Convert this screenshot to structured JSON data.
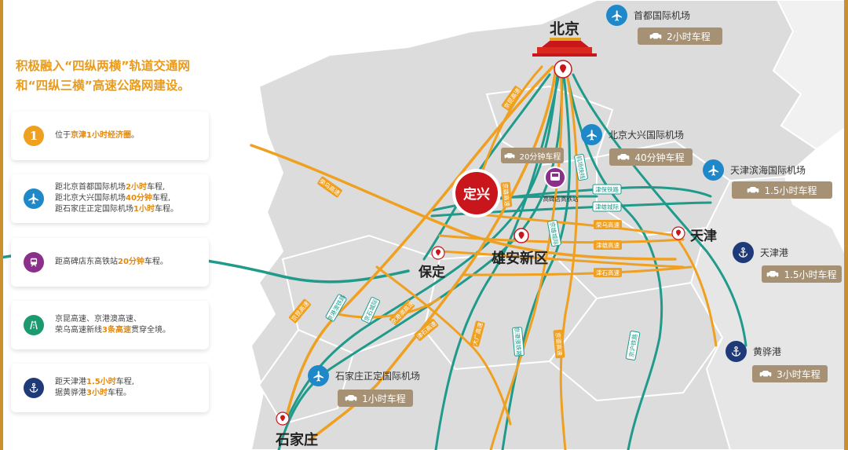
{
  "headline": {
    "line1": "积极融入“四纵两横”轨道交通网",
    "line2": "和“四纵三横”高速公路网建设。"
  },
  "cards": [
    {
      "icon": "number-one-icon",
      "parts": [
        "位于",
        "京津1小时经济圈",
        "。"
      ]
    },
    {
      "icon": "airplane-icon",
      "lines": [
        [
          "距北京首都国际机场",
          "2小时",
          "车程,"
        ],
        [
          "距北京大兴国际机场",
          "40分钟",
          "车程,"
        ],
        [
          "距石家庄正定国际机场",
          "1小时",
          "车程。"
        ]
      ]
    },
    {
      "icon": "train-icon",
      "parts": [
        "距高碑店东高铁站",
        "20分钟",
        "车程。"
      ]
    },
    {
      "icon": "highway-icon",
      "lines": [
        [
          "京昆高速、京港澳高速、",
          "",
          ""
        ],
        [
          "荣乌高速新线",
          "3条高速",
          "贯穿全境。"
        ]
      ]
    },
    {
      "icon": "anchor-icon",
      "lines": [
        [
          "距天津港",
          "1.5小时",
          "车程,"
        ],
        [
          "据黄骅港",
          "3小时",
          "车程。"
        ]
      ]
    }
  ],
  "center": {
    "label": "定兴"
  },
  "cities": {
    "beijing": "北京",
    "tianjin": "天津",
    "baoding": "保定",
    "xiongan": "雄安新区",
    "shijiazhuang": "石家庄"
  },
  "hubs": {
    "capital_airport": {
      "name": "首都国际机场",
      "time": "2小时车程"
    },
    "daxing_airport": {
      "name": "北京大兴国际机场",
      "time": "40分钟车程"
    },
    "binhai_airport": {
      "name": "天津滨海国际机场",
      "time": "1.5小时车程"
    },
    "tianjin_port": {
      "name": "天津港",
      "time": "1.5小时车程"
    },
    "huanghua_port": {
      "name": "黄骅港",
      "time": "3小时车程"
    },
    "zhengding_airport": {
      "name": "石家庄正定国际机场",
      "time": "1小时车程"
    },
    "gaobeidian_station": {
      "name": "高碑店高铁站",
      "time": "20分钟车程"
    }
  },
  "routes": {
    "jingkun": "京昆高速",
    "rongwu_west": "荣乌高速",
    "jingxiong": "京雄高速",
    "airport_rail": "机场快线",
    "jingbao_rail": "津保铁路",
    "jingxiong_city": "津雄城际",
    "rongwu_east": "荣乌高速",
    "jinxiong_hwy": "津雄高速",
    "jinshi_hwy": "津石高速",
    "jingxiong_rail": "京雄城际",
    "jinggangao_rail": "京港澳铁路",
    "jingxiong_hwy2": "京雄高速",
    "daxing_hwy": "大广高速",
    "jinggangao_hwy": "京港澳高速",
    "jingde_hwy": "京德高速",
    "jinghu_rail": "京沪铁路",
    "jinggangao_gaosu": "京港澳高速",
    "jingshi_rail": "京石城际",
    "jingguang_rail": "京广铁路",
    "jinshi_hwy2": "津石高速"
  },
  "colors": {
    "orange": "#f0a020",
    "teal": "#1f9a8b",
    "badge": "#a69175",
    "red": "#c9161d",
    "blue": "#1e88c9",
    "purple": "#8a2f8a",
    "navy": "#1f3a78",
    "green": "#1a9a6e"
  }
}
